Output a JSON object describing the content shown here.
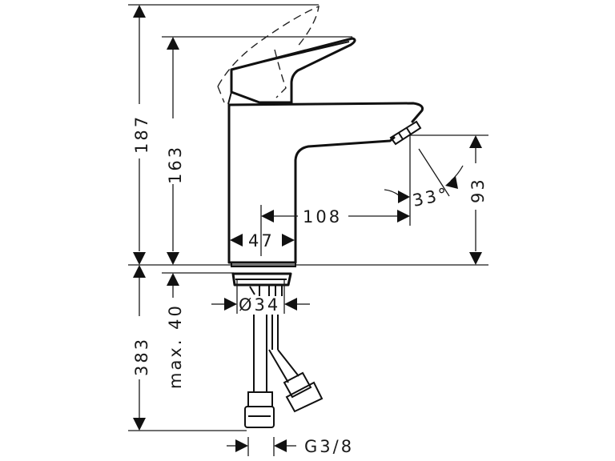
{
  "drawing": {
    "subject": "single-lever basin mixer dimension drawing",
    "dimensions": {
      "total_height_handle_up": "187",
      "height_to_handle": "163",
      "spout_projection": "108",
      "body_width": "47",
      "spout_angle": "33°",
      "spout_outlet_height": "93",
      "below_deck_length": "383",
      "max_deck_thickness": "max. 40",
      "mounting_hole_diameter": "Ø34",
      "connection_thread": "G3/8"
    },
    "colors": {
      "line": "#111111",
      "background": "#ffffff"
    }
  }
}
